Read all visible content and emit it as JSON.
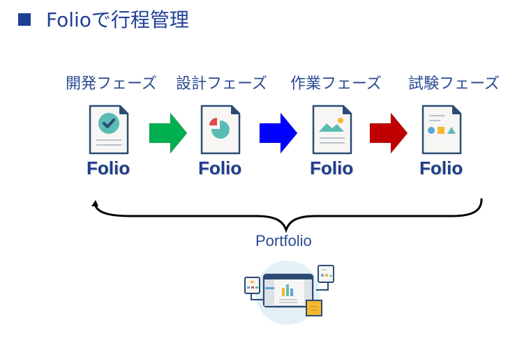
{
  "title": {
    "bullet_color": "#1f3f97",
    "text": "Folioで行程管理"
  },
  "phases": [
    {
      "label": "開発フェーズ",
      "folio": "Folio",
      "icon": "document-checkmark-icon"
    },
    {
      "label": "設計フェーズ",
      "folio": "Folio",
      "icon": "document-pie-chart-icon"
    },
    {
      "label": "作業フェーズ",
      "folio": "Folio",
      "icon": "document-image-icon"
    },
    {
      "label": "試験フェーズ",
      "folio": "Folio",
      "icon": "document-shapes-icon"
    }
  ],
  "arrows": [
    {
      "name": "green-arrow",
      "color": "#00b050"
    },
    {
      "name": "blue-arrow",
      "color": "#0000ff"
    },
    {
      "name": "red-arrow",
      "color": "#c00000"
    }
  ],
  "portfolio": {
    "label": "Portfolio",
    "icon": "portfolio-dashboard-icon"
  },
  "colors": {
    "teal": "#5bbcb4",
    "navy": "#2c4a74",
    "red": "#e04c4c",
    "yellow": "#f5b82e",
    "lightblue": "#5aa7d6",
    "line": "#b8c2cc",
    "paper": "#f7f6f4"
  }
}
